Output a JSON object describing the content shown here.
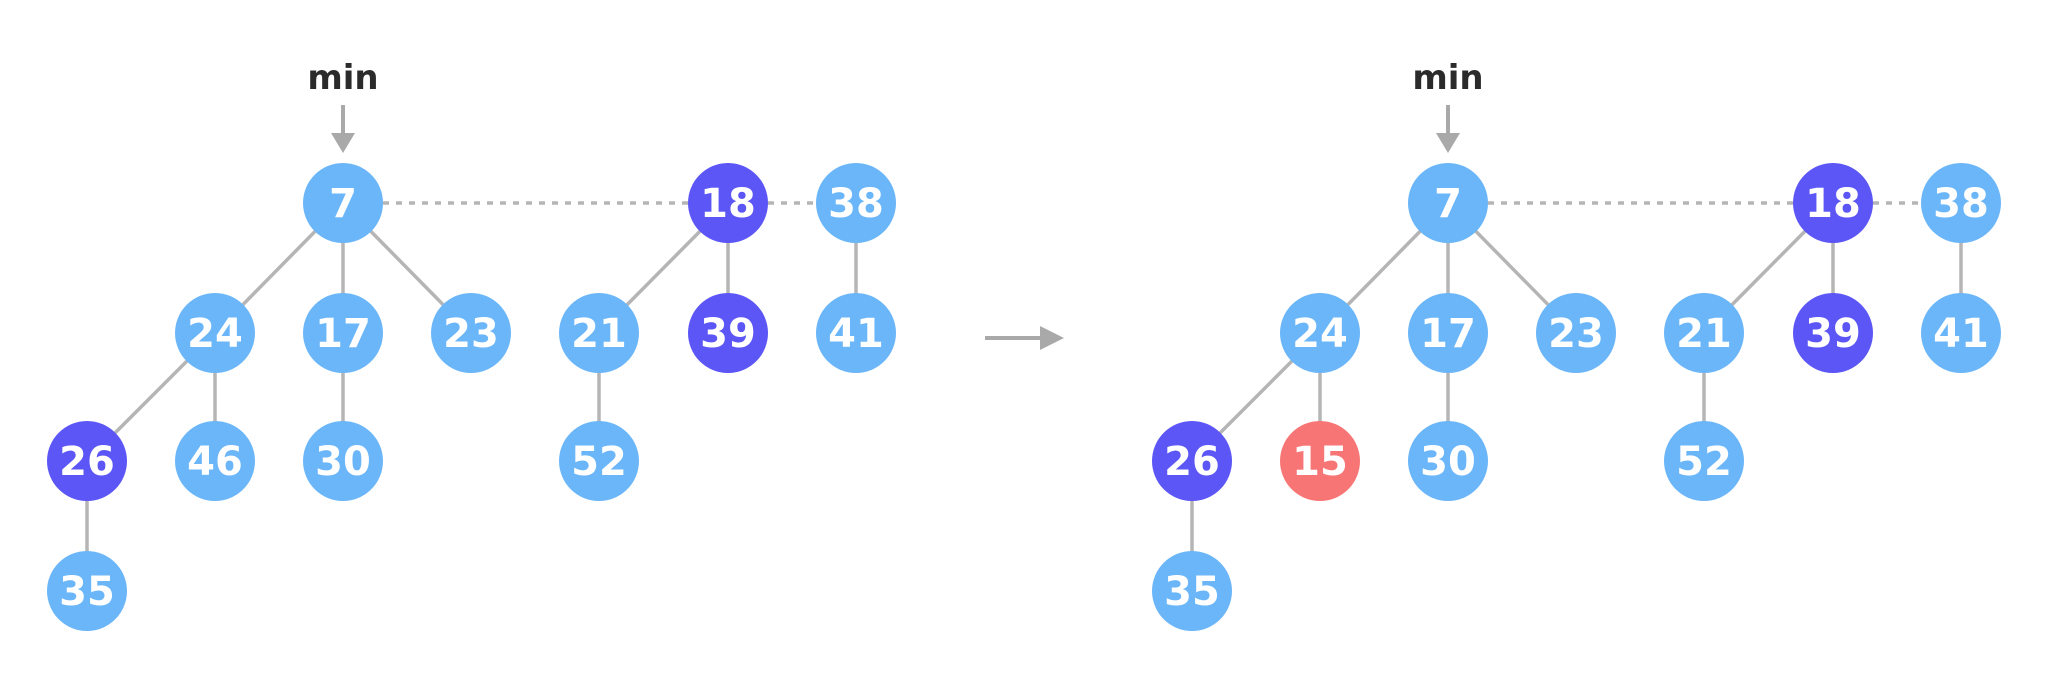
{
  "colors": {
    "light": "#6ab6f9",
    "dark": "#5b56f5",
    "highlight": "#f87575",
    "edge": "#b5b5b5",
    "arrow": "#a9a9a9",
    "label": "#2b2b2b"
  },
  "min_label": "min",
  "panels": [
    {
      "nodes": [
        {
          "id": "a7",
          "key": "7",
          "color": "light",
          "is_min": true
        },
        {
          "id": "a18",
          "key": "18",
          "color": "dark"
        },
        {
          "id": "a38",
          "key": "38",
          "color": "light"
        },
        {
          "id": "a24",
          "key": "24",
          "color": "light"
        },
        {
          "id": "a17",
          "key": "17",
          "color": "light"
        },
        {
          "id": "a23",
          "key": "23",
          "color": "light"
        },
        {
          "id": "a21",
          "key": "21",
          "color": "light"
        },
        {
          "id": "a39",
          "key": "39",
          "color": "dark"
        },
        {
          "id": "a41",
          "key": "41",
          "color": "light"
        },
        {
          "id": "a26",
          "key": "26",
          "color": "dark"
        },
        {
          "id": "a46",
          "key": "46",
          "color": "light"
        },
        {
          "id": "a30",
          "key": "30",
          "color": "light"
        },
        {
          "id": "a52",
          "key": "52",
          "color": "light"
        },
        {
          "id": "a35",
          "key": "35",
          "color": "light"
        }
      ],
      "edges": [
        [
          "a7",
          "a24"
        ],
        [
          "a7",
          "a17"
        ],
        [
          "a7",
          "a23"
        ],
        [
          "a18",
          "a21"
        ],
        [
          "a18",
          "a39"
        ],
        [
          "a38",
          "a41"
        ],
        [
          "a24",
          "a26"
        ],
        [
          "a24",
          "a46"
        ],
        [
          "a17",
          "a30"
        ],
        [
          "a21",
          "a52"
        ],
        [
          "a26",
          "a35"
        ]
      ],
      "root_list": [
        "a7",
        "a18",
        "a38"
      ]
    },
    {
      "nodes": [
        {
          "id": "b7",
          "key": "7",
          "color": "light",
          "is_min": true
        },
        {
          "id": "b18",
          "key": "18",
          "color": "dark"
        },
        {
          "id": "b38",
          "key": "38",
          "color": "light"
        },
        {
          "id": "b24",
          "key": "24",
          "color": "light"
        },
        {
          "id": "b17",
          "key": "17",
          "color": "light"
        },
        {
          "id": "b23",
          "key": "23",
          "color": "light"
        },
        {
          "id": "b21",
          "key": "21",
          "color": "light"
        },
        {
          "id": "b39",
          "key": "39",
          "color": "dark"
        },
        {
          "id": "b41",
          "key": "41",
          "color": "light"
        },
        {
          "id": "b26",
          "key": "26",
          "color": "dark"
        },
        {
          "id": "b15",
          "key": "15",
          "color": "highlight"
        },
        {
          "id": "b30",
          "key": "30",
          "color": "light"
        },
        {
          "id": "b52",
          "key": "52",
          "color": "light"
        },
        {
          "id": "b35",
          "key": "35",
          "color": "light"
        }
      ],
      "edges": [
        [
          "b7",
          "b24"
        ],
        [
          "b7",
          "b17"
        ],
        [
          "b7",
          "b23"
        ],
        [
          "b18",
          "b21"
        ],
        [
          "b18",
          "b39"
        ],
        [
          "b38",
          "b41"
        ],
        [
          "b24",
          "b26"
        ],
        [
          "b24",
          "b15"
        ],
        [
          "b17",
          "b30"
        ],
        [
          "b21",
          "b52"
        ],
        [
          "b26",
          "b35"
        ]
      ],
      "root_list": [
        "b7",
        "b18",
        "b38"
      ]
    }
  ],
  "transition_arrow": "right"
}
